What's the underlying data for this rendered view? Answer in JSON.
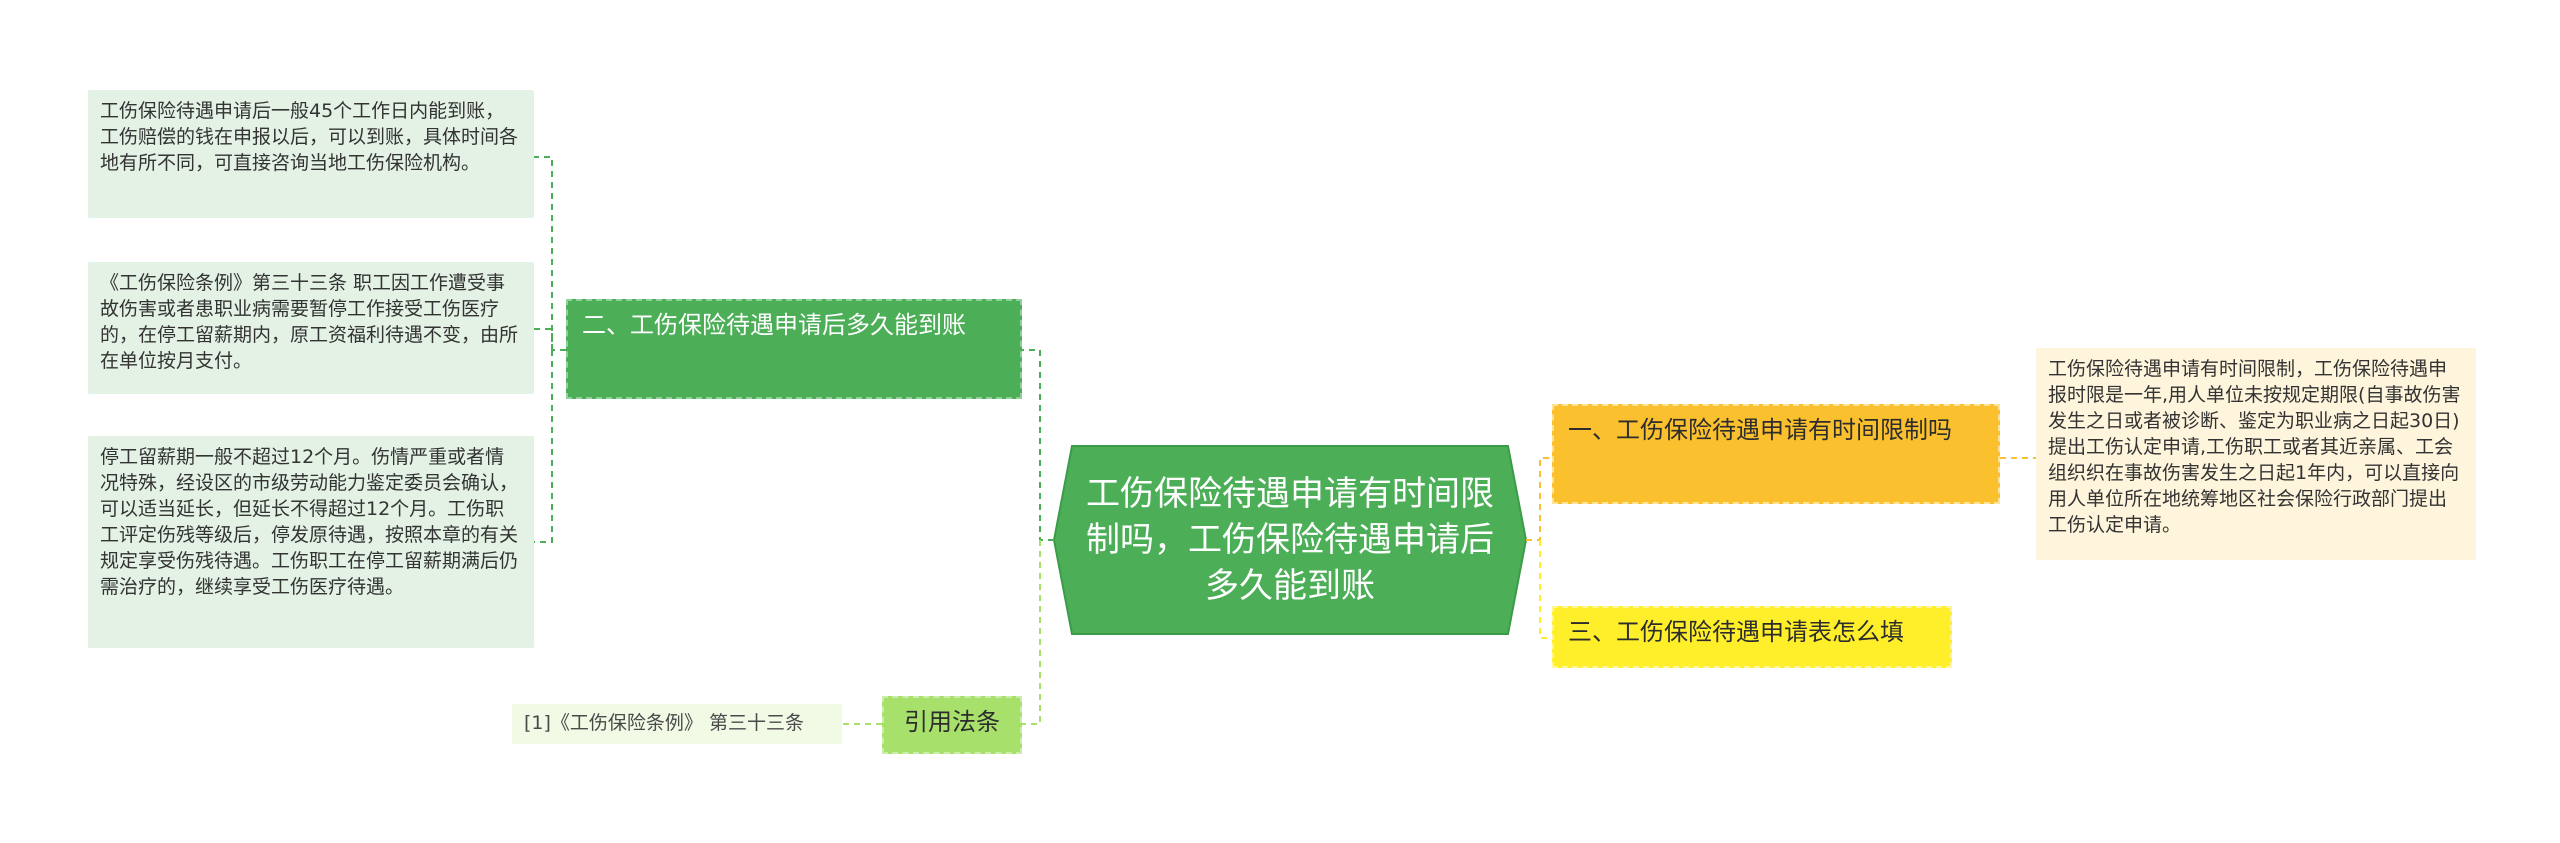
{
  "central_topic": {
    "label": "工伤保险待遇申请有时间限制吗，工伤保险待遇申请后多久能到账"
  },
  "branches": [
    {
      "label": "二、工伤保险待遇申请后多久能到账",
      "color": "#4caf58",
      "children": [
        "工伤保险待遇申请后一般45个工作日内能到账，工伤赔偿的钱在申报以后，可以到账，具体时间各地有所不同，可直接咨询当地工伤保险机构。",
        "《工伤保险条例》第三十三条 职工因工作遭受事故伤害或者患职业病需要暂停工作接受工伤医疗的，在停工留薪期内，原工资福利待遇不变，由所在单位按月支付。",
        "停工留薪期一般不超过12个月。伤情严重或者情况特殊，经设区的市级劳动能力鉴定委员会确认，可以适当延长，但延长不得超过12个月。工伤职工评定伤残等级后，停发原待遇，按照本章的有关规定享受伤残待遇。工伤职工在停工留薪期满后仍需治疗的，继续享受工伤医疗待遇。"
      ]
    },
    {
      "label": "引用法条",
      "color": "#a7e06a",
      "children": [
        "[1]《工伤保险条例》 第三十三条"
      ]
    },
    {
      "label": "一、工伤保险待遇申请有时间限制吗",
      "color": "#fbc02d",
      "children": [
        "工伤保险待遇申请有时间限制，工伤保险待遇申报时限是一年,用人单位未按规定期限(自事故伤害发生之日或者被诊断、鉴定为职业病之日起30日)提出工伤认定申请,工伤职工或者其近亲属、工会组织织在事故伤害发生之日起1年内，可以直接向用人单位所在地统筹地区社会保险行政部门提出工伤认定申请。"
      ]
    },
    {
      "label": "三、工伤保险待遇申请表怎么填",
      "color": "#ffee2a",
      "children": []
    }
  ]
}
